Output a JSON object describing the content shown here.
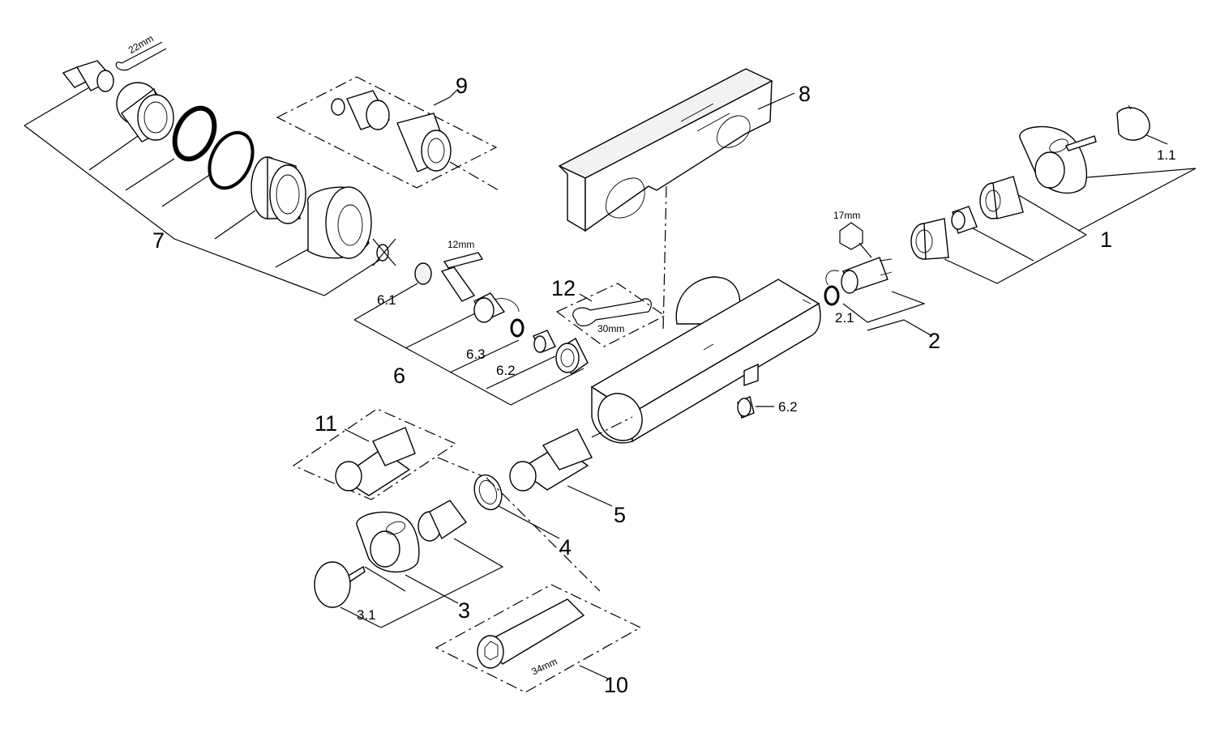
{
  "diagram": {
    "labels": {
      "p1": "1",
      "p1_1": "1.1",
      "p2": "2",
      "p2_1": "2.1",
      "p3": "3",
      "p3_1": "3.1",
      "p4": "4",
      "p5": "5",
      "p6": "6",
      "p6_1": "6.1",
      "p6_2": "6.2",
      "p6_2b": "6.2",
      "p6_3": "6.3",
      "p7": "7",
      "p8": "8",
      "p9": "9",
      "p10": "10",
      "p11": "11",
      "p12": "12"
    },
    "tool_sizes": {
      "w22": "22mm",
      "w17": "17mm",
      "w12": "12mm",
      "w30": "30mm",
      "w34": "34mm"
    }
  }
}
